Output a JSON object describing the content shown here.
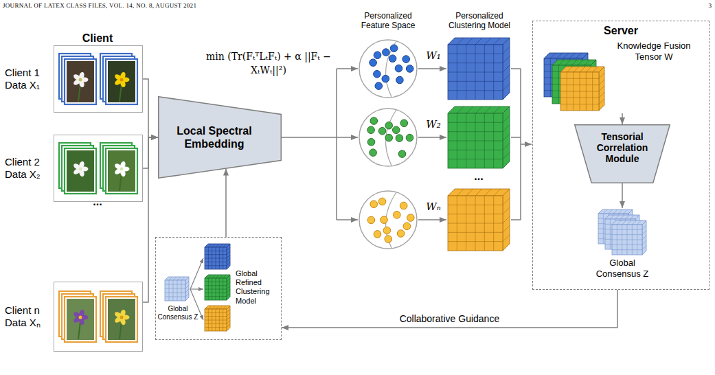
{
  "diagram": {
    "nodes": [
      {
        "text": [
          "Client 1 Data X₁"
        ]
      },
      {
        "text": [
          "Client 2 Data X₂"
        ]
      },
      {
        "text": [
          "Client n Data Xₙ"
        ]
      },
      {
        "text": [
          "Local Spectral Embedding"
        ]
      },
      {
        "text": [
          "Global Consensus Z",
          "Global Refined Clustering Model"
        ]
      },
      {
        "text": [
          "Server"
        ]
      },
      {
        "text": [
          "Knowledge Fusion Tensor W"
        ],
        "in": 5
      },
      {
        "text": [
          "Tensorial Correlation Module"
        ],
        "in": 5
      },
      {
        "text": [
          "Global Consensus Z"
        ],
        "in": 5
      }
    ],
    "edges": [
      {
        "from": 0,
        "to": 3,
        "arrow": "to"
      },
      {
        "from": 1,
        "to": 3,
        "arrow": "to"
      },
      {
        "from": 2,
        "to": 3,
        "arrow": "to"
      },
      {
        "from": 4,
        "to": 3,
        "arrow": "to"
      },
      {
        "from": 6,
        "to": 7,
        "arrow": "to"
      },
      {
        "from": 7,
        "to": 8,
        "arrow": "to"
      },
      {
        "from": 5,
        "to": 4,
        "arrow": "to",
        "label": "Collaborative Guidance"
      }
    ],
    "labels": [
      "JOURNAL OF LATEX CLASS FILES, VOL. 14, NO. 8, AUGUST 2021",
      "3",
      "Client",
      "...",
      "min (Tr(FₜᵀLₜFₜ) + α ||Fₜ − XₜWₜ||²)",
      "Personalized Feature Space",
      "Personalized Clustering Model",
      "W₁",
      "W₂",
      "...",
      "Wₙ"
    ]
  }
}
